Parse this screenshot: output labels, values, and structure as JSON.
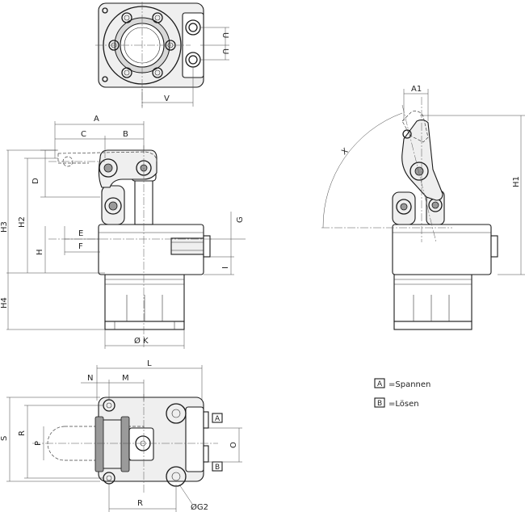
{
  "dimensions": {
    "top_view": {
      "u1": "U",
      "u2": "U",
      "v": "V"
    },
    "front_view": {
      "a": "A",
      "b": "B",
      "c": "C",
      "d": "D",
      "e": "E",
      "f": "F",
      "g": "G",
      "h": "H",
      "h2": "H2",
      "h3": "H3",
      "h4": "H4",
      "i": "I",
      "k": "Ø K"
    },
    "side_view": {
      "a1": "A1",
      "h1": "H1",
      "x": "X"
    },
    "bottom_view": {
      "l": "L",
      "m": "M",
      "n": "N",
      "o": "O",
      "p": "P",
      "r_left": "R",
      "r_bottom": "R",
      "s": "S",
      "g2": "ØG2",
      "port_a": "A",
      "port_b": "B"
    }
  },
  "legend": [
    {
      "key": "A",
      "text": "=Spannen"
    },
    {
      "key": "B",
      "text": "=Lösen"
    }
  ]
}
